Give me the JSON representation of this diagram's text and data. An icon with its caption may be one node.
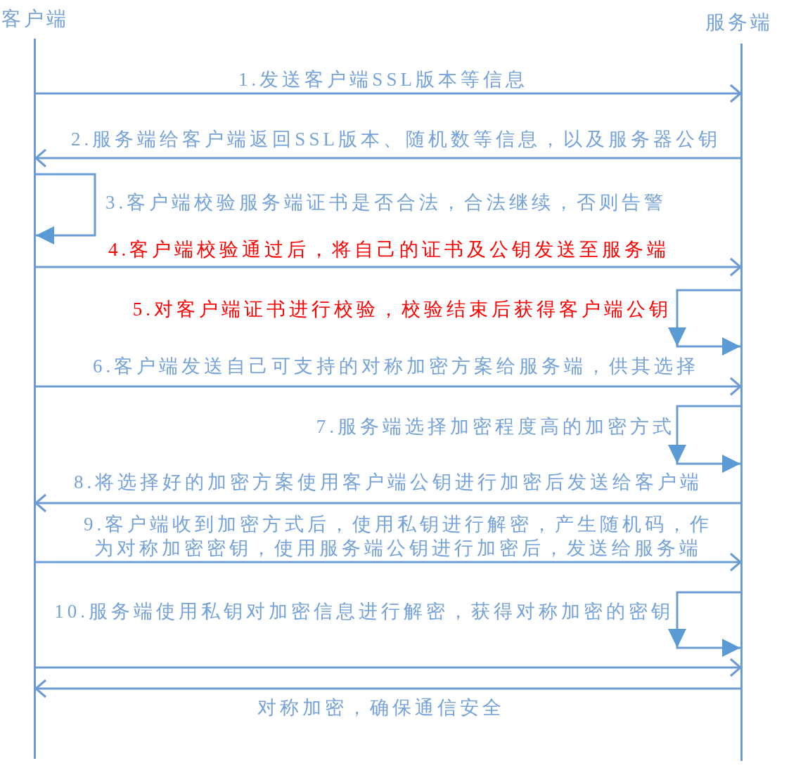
{
  "diagram": {
    "nodes": [
      {
        "text": [],
        "shape": "bar",
        "beside": [
          "客户端"
        ]
      },
      {
        "text": [],
        "shape": "bar",
        "beside": [
          "服务端"
        ]
      }
    ],
    "edges": [
      {
        "from": 0,
        "to": 1,
        "arrow": "to",
        "label": "1.发送客户端SSL版本等信息"
      },
      {
        "from": 1,
        "to": 0,
        "arrow": "to",
        "label": "2.服务端给客户端返回SSL版本、随机数等信息，以及服务器公钥"
      },
      {
        "from": 0,
        "to": 0,
        "arrow": "to",
        "label": "3.客户端校验服务端证书是否合法，合法继续，否则告警"
      },
      {
        "from": 0,
        "to": 1,
        "arrow": "to",
        "label": "4.客户端校验通过后，将自己的证书及公钥发送至服务端"
      },
      {
        "from": 1,
        "to": 1,
        "arrow": "to",
        "label": "5.对客户端证书进行校验，校验结束后获得客户端公钥"
      },
      {
        "from": 0,
        "to": 1,
        "arrow": "to",
        "label": "6.客户端发送自己可支持的对称加密方案给服务端，供其选择"
      },
      {
        "from": 1,
        "to": 1,
        "arrow": "to",
        "label": "7.服务端选择加密程度高的加密方式"
      },
      {
        "from": 1,
        "to": 0,
        "arrow": "to",
        "label": "8.将选择好的加密方案使用客户端公钥进行加密后发送给客户端"
      },
      {
        "from": 0,
        "to": 1,
        "arrow": "to",
        "label": "9.客户端收到加密方式后，使用私钥进行解密，产生随机码，作为对称加密密钥，使用服务端公钥进行加密后，发送给服务端"
      },
      {
        "from": 1,
        "to": 1,
        "arrow": "to",
        "label": "10.服务端使用私钥对加密信息进行解密，获得对称加密的密钥"
      },
      {
        "from": 0,
        "to": 1,
        "arrow": "to"
      },
      {
        "from": 1,
        "to": 0,
        "arrow": "to",
        "label": "对称加密，确保通信安全"
      }
    ]
  }
}
